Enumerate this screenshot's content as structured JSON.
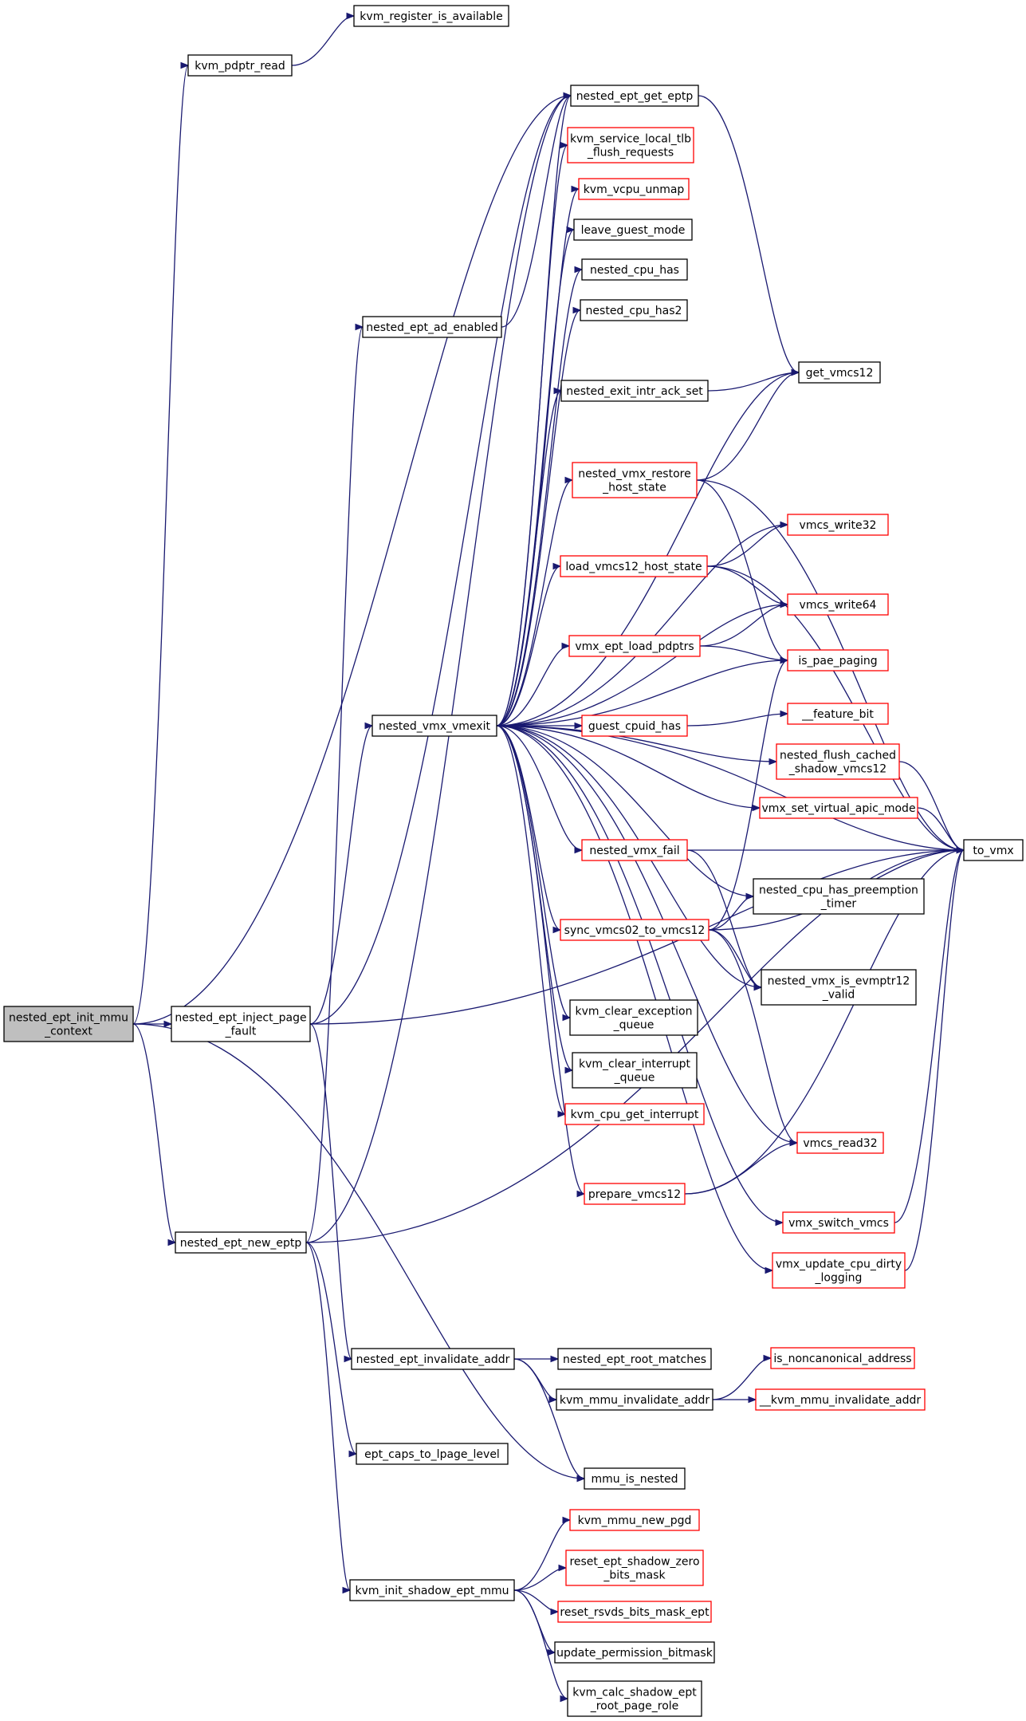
{
  "colors": {
    "edge": "#191970",
    "border_normal": "#000000",
    "border_truncated": "#ff0000",
    "root_fill": "#bfbfbf",
    "node_fill": "#ffffff"
  },
  "nodes": [
    {
      "id": "root",
      "lines": [
        "nested_ept_init_mmu",
        "_context"
      ],
      "style": "root"
    },
    {
      "id": "kvm_register_is_available",
      "lines": [
        "kvm_register_is_available"
      ],
      "style": "normal"
    },
    {
      "id": "kvm_pdptr_read",
      "lines": [
        "kvm_pdptr_read"
      ],
      "style": "normal"
    },
    {
      "id": "nested_ept_get_eptp",
      "lines": [
        "nested_ept_get_eptp"
      ],
      "style": "normal"
    },
    {
      "id": "kvm_service_local_tlb",
      "lines": [
        "kvm_service_local_tlb",
        "_flush_requests"
      ],
      "style": "truncated"
    },
    {
      "id": "kvm_vcpu_unmap",
      "lines": [
        "kvm_vcpu_unmap"
      ],
      "style": "truncated"
    },
    {
      "id": "leave_guest_mode",
      "lines": [
        "leave_guest_mode"
      ],
      "style": "normal"
    },
    {
      "id": "nested_cpu_has",
      "lines": [
        "nested_cpu_has"
      ],
      "style": "normal"
    },
    {
      "id": "nested_cpu_has2",
      "lines": [
        "nested_cpu_has2"
      ],
      "style": "normal"
    },
    {
      "id": "nested_ept_ad_enabled",
      "lines": [
        "nested_ept_ad_enabled"
      ],
      "style": "normal"
    },
    {
      "id": "get_vmcs12",
      "lines": [
        "get_vmcs12"
      ],
      "style": "normal"
    },
    {
      "id": "nested_exit_intr_ack_set",
      "lines": [
        "nested_exit_intr_ack_set"
      ],
      "style": "normal"
    },
    {
      "id": "nested_vmx_restore_host_state",
      "lines": [
        "nested_vmx_restore",
        "_host_state"
      ],
      "style": "truncated"
    },
    {
      "id": "vmcs_write32",
      "lines": [
        "vmcs_write32"
      ],
      "style": "truncated"
    },
    {
      "id": "load_vmcs12_host_state",
      "lines": [
        "load_vmcs12_host_state"
      ],
      "style": "truncated"
    },
    {
      "id": "vmcs_write64",
      "lines": [
        "vmcs_write64"
      ],
      "style": "truncated"
    },
    {
      "id": "vmx_ept_load_pdptrs",
      "lines": [
        "vmx_ept_load_pdptrs"
      ],
      "style": "truncated"
    },
    {
      "id": "is_pae_paging",
      "lines": [
        "is_pae_paging"
      ],
      "style": "truncated"
    },
    {
      "id": "nested_vmx_vmexit",
      "lines": [
        "nested_vmx_vmexit"
      ],
      "style": "normal"
    },
    {
      "id": "guest_cpuid_has",
      "lines": [
        "guest_cpuid_has"
      ],
      "style": "truncated"
    },
    {
      "id": "feature_bit",
      "lines": [
        "__feature_bit"
      ],
      "style": "truncated"
    },
    {
      "id": "nested_flush_cached",
      "lines": [
        "nested_flush_cached",
        "_shadow_vmcs12"
      ],
      "style": "truncated"
    },
    {
      "id": "vmx_set_virtual_apic_mode",
      "lines": [
        "vmx_set_virtual_apic_mode"
      ],
      "style": "truncated"
    },
    {
      "id": "to_vmx",
      "lines": [
        "to_vmx"
      ],
      "style": "normal"
    },
    {
      "id": "nested_vmx_fail",
      "lines": [
        "nested_vmx_fail"
      ],
      "style": "truncated"
    },
    {
      "id": "nested_cpu_has_preemption",
      "lines": [
        "nested_cpu_has_preemption",
        "_timer"
      ],
      "style": "normal"
    },
    {
      "id": "sync_vmcs02_to_vmcs12",
      "lines": [
        "sync_vmcs02_to_vmcs12"
      ],
      "style": "truncated"
    },
    {
      "id": "nested_vmx_is_evmptr12",
      "lines": [
        "nested_vmx_is_evmptr12",
        "_valid"
      ],
      "style": "normal"
    },
    {
      "id": "nested_ept_inject_page",
      "lines": [
        "nested_ept_inject_page",
        "_fault"
      ],
      "style": "normal"
    },
    {
      "id": "kvm_clear_exception",
      "lines": [
        "kvm_clear_exception",
        "_queue"
      ],
      "style": "normal"
    },
    {
      "id": "kvm_clear_interrupt",
      "lines": [
        "kvm_clear_interrupt",
        "_queue"
      ],
      "style": "normal"
    },
    {
      "id": "kvm_cpu_get_interrupt",
      "lines": [
        "kvm_cpu_get_interrupt"
      ],
      "style": "truncated"
    },
    {
      "id": "vmcs_read32",
      "lines": [
        "vmcs_read32"
      ],
      "style": "truncated"
    },
    {
      "id": "prepare_vmcs12",
      "lines": [
        "prepare_vmcs12"
      ],
      "style": "truncated"
    },
    {
      "id": "vmx_switch_vmcs",
      "lines": [
        "vmx_switch_vmcs"
      ],
      "style": "truncated"
    },
    {
      "id": "vmx_update_cpu_dirty",
      "lines": [
        "vmx_update_cpu_dirty",
        "_logging"
      ],
      "style": "truncated"
    },
    {
      "id": "nested_ept_new_eptp",
      "lines": [
        "nested_ept_new_eptp"
      ],
      "style": "normal"
    },
    {
      "id": "nested_ept_invalidate_addr",
      "lines": [
        "nested_ept_invalidate_addr"
      ],
      "style": "normal"
    },
    {
      "id": "nested_ept_root_matches",
      "lines": [
        "nested_ept_root_matches"
      ],
      "style": "normal"
    },
    {
      "id": "is_noncanonical_address",
      "lines": [
        "is_noncanonical_address"
      ],
      "style": "truncated"
    },
    {
      "id": "kvm_mmu_invalidate_addr",
      "lines": [
        "kvm_mmu_invalidate_addr"
      ],
      "style": "normal"
    },
    {
      "id": "kvm_mmu_invalidate_addr2",
      "lines": [
        "__kvm_mmu_invalidate_addr"
      ],
      "style": "truncated"
    },
    {
      "id": "ept_caps_to_lpage_level",
      "lines": [
        "ept_caps_to_lpage_level"
      ],
      "style": "normal"
    },
    {
      "id": "mmu_is_nested",
      "lines": [
        "mmu_is_nested"
      ],
      "style": "normal"
    },
    {
      "id": "kvm_mmu_new_pgd",
      "lines": [
        "kvm_mmu_new_pgd"
      ],
      "style": "truncated"
    },
    {
      "id": "reset_ept_shadow_zero",
      "lines": [
        "reset_ept_shadow_zero",
        "_bits_mask"
      ],
      "style": "truncated"
    },
    {
      "id": "kvm_init_shadow_ept_mmu",
      "lines": [
        "kvm_init_shadow_ept_mmu"
      ],
      "style": "normal"
    },
    {
      "id": "reset_rsvds_bits_mask_ept",
      "lines": [
        "reset_rsvds_bits_mask_ept"
      ],
      "style": "truncated"
    },
    {
      "id": "update_permission_bitmask",
      "lines": [
        "update_permission_bitmask"
      ],
      "style": "normal"
    },
    {
      "id": "kvm_calc_shadow_ept",
      "lines": [
        "kvm_calc_shadow_ept",
        "_root_page_role"
      ],
      "style": "normal"
    }
  ],
  "edges": [
    [
      "root",
      "kvm_pdptr_read"
    ],
    [
      "root",
      "nested_ept_get_eptp"
    ],
    [
      "root",
      "nested_ept_inject_page"
    ],
    [
      "root",
      "nested_ept_new_eptp"
    ],
    [
      "root",
      "mmu_is_nested"
    ],
    [
      "kvm_pdptr_read",
      "kvm_register_is_available"
    ],
    [
      "nested_ept_get_eptp",
      "get_vmcs12"
    ],
    [
      "nested_ept_ad_enabled",
      "nested_ept_get_eptp"
    ],
    [
      "nested_exit_intr_ack_set",
      "get_vmcs12"
    ],
    [
      "nested_vmx_restore_host_state",
      "get_vmcs12"
    ],
    [
      "nested_vmx_restore_host_state",
      "to_vmx"
    ],
    [
      "nested_vmx_restore_host_state",
      "is_pae_paging"
    ],
    [
      "load_vmcs12_host_state",
      "vmcs_write32"
    ],
    [
      "load_vmcs12_host_state",
      "vmcs_write64"
    ],
    [
      "load_vmcs12_host_state",
      "to_vmx"
    ],
    [
      "vmx_ept_load_pdptrs",
      "vmcs_write64"
    ],
    [
      "vmx_ept_load_pdptrs",
      "is_pae_paging"
    ],
    [
      "guest_cpuid_has",
      "feature_bit"
    ],
    [
      "nested_flush_cached",
      "to_vmx"
    ],
    [
      "vmx_set_virtual_apic_mode",
      "to_vmx"
    ],
    [
      "nested_vmx_fail",
      "to_vmx"
    ],
    [
      "nested_vmx_fail",
      "nested_vmx_is_evmptr12"
    ],
    [
      "sync_vmcs02_to_vmcs12",
      "nested_cpu_has_preemption"
    ],
    [
      "sync_vmcs02_to_vmcs12",
      "is_pae_paging"
    ],
    [
      "sync_vmcs02_to_vmcs12",
      "to_vmx"
    ],
    [
      "sync_vmcs02_to_vmcs12",
      "nested_vmx_is_evmptr12"
    ],
    [
      "sync_vmcs02_to_vmcs12",
      "vmcs_read32"
    ],
    [
      "prepare_vmcs12",
      "vmcs_read32"
    ],
    [
      "prepare_vmcs12",
      "to_vmx"
    ],
    [
      "vmx_switch_vmcs",
      "to_vmx"
    ],
    [
      "vmx_update_cpu_dirty",
      "to_vmx"
    ],
    [
      "nested_vmx_vmexit",
      "nested_ept_get_eptp"
    ],
    [
      "nested_vmx_vmexit",
      "kvm_service_local_tlb"
    ],
    [
      "nested_vmx_vmexit",
      "kvm_vcpu_unmap"
    ],
    [
      "nested_vmx_vmexit",
      "leave_guest_mode"
    ],
    [
      "nested_vmx_vmexit",
      "nested_cpu_has"
    ],
    [
      "nested_vmx_vmexit",
      "nested_cpu_has2"
    ],
    [
      "nested_vmx_vmexit",
      "get_vmcs12"
    ],
    [
      "nested_vmx_vmexit",
      "nested_exit_intr_ack_set"
    ],
    [
      "nested_vmx_vmexit",
      "to_vmx"
    ],
    [
      "nested_vmx_vmexit",
      "nested_vmx_restore_host_state"
    ],
    [
      "nested_vmx_vmexit",
      "vmcs_write32"
    ],
    [
      "nested_vmx_vmexit",
      "load_vmcs12_host_state"
    ],
    [
      "nested_vmx_vmexit",
      "vmcs_write64"
    ],
    [
      "nested_vmx_vmexit",
      "vmx_ept_load_pdptrs"
    ],
    [
      "nested_vmx_vmexit",
      "is_pae_paging"
    ],
    [
      "nested_vmx_vmexit",
      "guest_cpuid_has"
    ],
    [
      "nested_vmx_vmexit",
      "nested_flush_cached"
    ],
    [
      "nested_vmx_vmexit",
      "vmx_set_virtual_apic_mode"
    ],
    [
      "nested_vmx_vmexit",
      "nested_vmx_fail"
    ],
    [
      "nested_vmx_vmexit",
      "nested_cpu_has_preemption"
    ],
    [
      "nested_vmx_vmexit",
      "sync_vmcs02_to_vmcs12"
    ],
    [
      "nested_vmx_vmexit",
      "nested_vmx_is_evmptr12"
    ],
    [
      "nested_vmx_vmexit",
      "kvm_clear_exception"
    ],
    [
      "nested_vmx_vmexit",
      "kvm_clear_interrupt"
    ],
    [
      "nested_vmx_vmexit",
      "kvm_cpu_get_interrupt"
    ],
    [
      "nested_vmx_vmexit",
      "vmcs_read32"
    ],
    [
      "nested_vmx_vmexit",
      "prepare_vmcs12"
    ],
    [
      "nested_vmx_vmexit",
      "vmx_switch_vmcs"
    ],
    [
      "nested_vmx_vmexit",
      "vmx_update_cpu_dirty"
    ],
    [
      "nested_ept_inject_page",
      "nested_ept_get_eptp"
    ],
    [
      "nested_ept_inject_page",
      "nested_vmx_vmexit"
    ],
    [
      "nested_ept_inject_page",
      "to_vmx"
    ],
    [
      "nested_ept_inject_page",
      "nested_ept_invalidate_addr"
    ],
    [
      "nested_ept_new_eptp",
      "nested_ept_get_eptp"
    ],
    [
      "nested_ept_new_eptp",
      "nested_ept_ad_enabled"
    ],
    [
      "nested_ept_new_eptp",
      "to_vmx"
    ],
    [
      "nested_ept_new_eptp",
      "ept_caps_to_lpage_level"
    ],
    [
      "nested_ept_new_eptp",
      "kvm_init_shadow_ept_mmu"
    ],
    [
      "nested_ept_invalidate_addr",
      "nested_ept_root_matches"
    ],
    [
      "nested_ept_invalidate_addr",
      "kvm_mmu_invalidate_addr"
    ],
    [
      "nested_ept_invalidate_addr",
      "mmu_is_nested"
    ],
    [
      "kvm_mmu_invalidate_addr",
      "is_noncanonical_address"
    ],
    [
      "kvm_mmu_invalidate_addr",
      "kvm_mmu_invalidate_addr2"
    ],
    [
      "kvm_init_shadow_ept_mmu",
      "kvm_mmu_new_pgd"
    ],
    [
      "kvm_init_shadow_ept_mmu",
      "reset_ept_shadow_zero"
    ],
    [
      "kvm_init_shadow_ept_mmu",
      "reset_rsvds_bits_mask_ept"
    ],
    [
      "kvm_init_shadow_ept_mmu",
      "update_permission_bitmask"
    ],
    [
      "kvm_init_shadow_ept_mmu",
      "kvm_calc_shadow_ept"
    ]
  ]
}
